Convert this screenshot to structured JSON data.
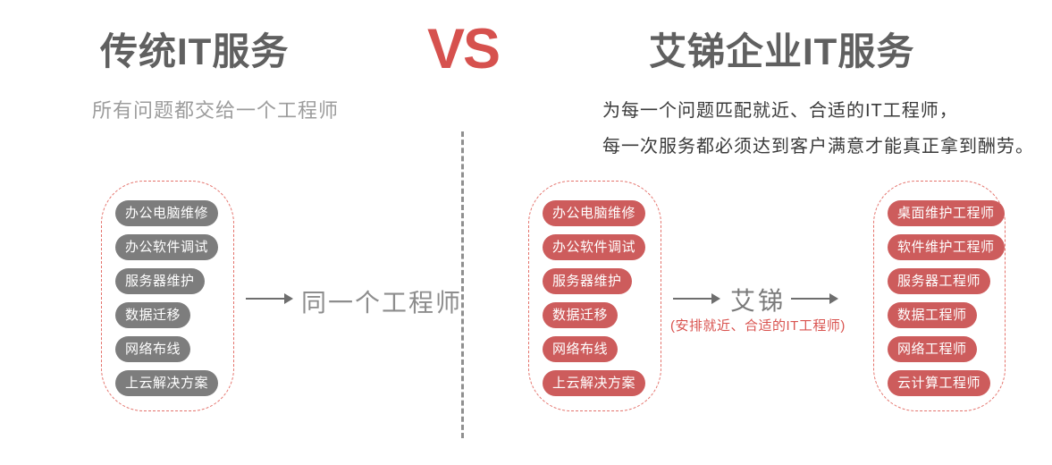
{
  "vs_label": "VS",
  "left": {
    "title": "传统IT服务",
    "subtitle": "所有问题都交给一个工程师",
    "services": [
      "办公电脑维修",
      "办公软件调试",
      "服务器维护",
      "数据迁移",
      "网络布线",
      "上云解决方案"
    ],
    "result_label": "同一个工程师"
  },
  "right": {
    "title": "艾锑企业IT服务",
    "subtitle_line1": "为每一个问题匹配就近、合适的IT工程师，",
    "subtitle_line2": "每一次服务都必须达到客户满意才能真正拿到酬劳。",
    "services": [
      "办公电脑维修",
      "办公软件调试",
      "服务器维护",
      "数据迁移",
      "网络布线",
      "上云解决方案"
    ],
    "broker_label": "艾锑",
    "broker_caption": "(安排就近、合适的IT工程师)",
    "engineers": [
      "桌面维护工程师",
      "软件维护工程师",
      "服务器工程师",
      "数据工程师",
      "网络工程师",
      "云计算工程师"
    ]
  },
  "colors": {
    "accent_red": "#d9534f",
    "pill_red": "#cd5c5c",
    "pill_gray": "#7d7d7d",
    "dashed_border_red": "#e4726b",
    "title_gray": "#606060",
    "divider_gray": "#8f8f8f"
  }
}
